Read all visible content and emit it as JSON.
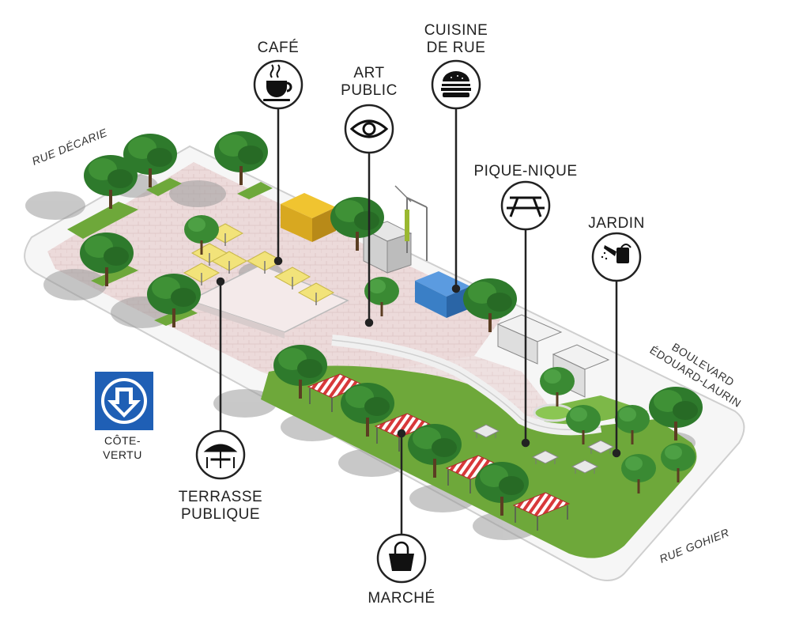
{
  "streets": {
    "decarie": "RUE DÉCARIE",
    "edouard_laurin_1": "BOULEVARD",
    "edouard_laurin_2": "ÉDOUARD-LAURIN",
    "gohier": "RUE GOHIER"
  },
  "metro": {
    "line1": "CÔTE-",
    "line2": "VERTU",
    "icon": "metro-arrow-icon",
    "color": "#1f5fb5"
  },
  "callouts": {
    "cafe": {
      "line1": "CAFÉ",
      "icon": "coffee-cup-icon"
    },
    "art_public": {
      "line1": "ART",
      "line2": "PUBLIC",
      "icon": "eye-icon"
    },
    "cuisine_de_rue": {
      "line1": "CUISINE",
      "line2": "DE RUE",
      "icon": "burger-icon"
    },
    "pique_nique": {
      "line1": "PIQUE-NIQUE",
      "icon": "picnic-table-icon"
    },
    "jardin": {
      "line1": "JARDIN",
      "icon": "watering-can-icon"
    },
    "terrasse_publique": {
      "line1": "TERRASSE",
      "line2": "PUBLIQUE",
      "icon": "umbrella-table-icon"
    },
    "marche": {
      "line1": "MARCHÉ",
      "icon": "shopping-bag-icon"
    }
  },
  "colors": {
    "plaza": "#ead6d6",
    "lawn": "#6fa83a",
    "tree": "#2f7a2a",
    "cafe_kiosk": "#e0b020",
    "food_kiosk": "#3a7fc6",
    "market_stall": "#d8383a",
    "terrace_umbrella": "#f0e070"
  }
}
